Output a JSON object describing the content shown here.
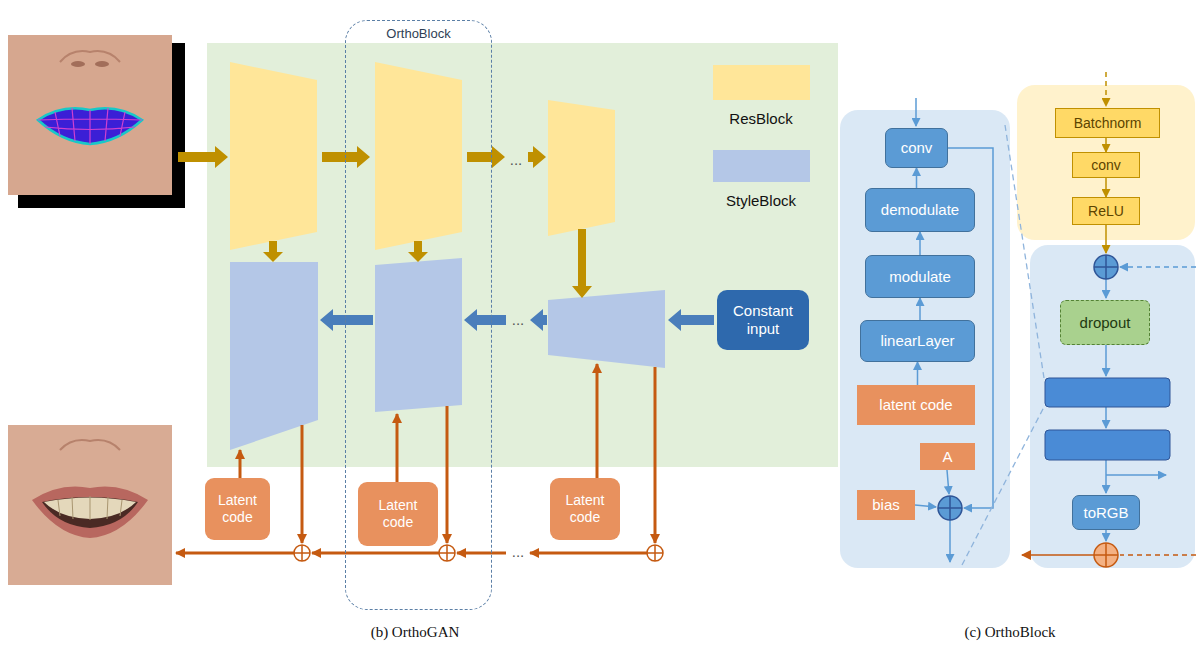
{
  "diagram": {
    "nodes": [
      {
        "text": [
          "OrthoBlock"
        ]
      },
      {
        "text": [
          "Latent code"
        ]
      },
      {
        "text": [
          "Latent code"
        ],
        "in": 0
      },
      {
        "text": [
          "Latent code"
        ]
      },
      {
        "text": [
          "Constant input"
        ]
      },
      {
        "text": [
          "conv"
        ]
      },
      {
        "text": [
          "demodulate"
        ]
      },
      {
        "text": [
          "modulate"
        ]
      },
      {
        "text": [
          "linearLayer"
        ]
      },
      {
        "text": [
          "latent code"
        ]
      },
      {
        "text": [
          "A"
        ]
      },
      {
        "text": [
          "bias"
        ]
      },
      {
        "text": [
          "Batchnorm"
        ]
      },
      {
        "text": [
          "conv"
        ]
      },
      {
        "text": [
          "ReLU"
        ]
      },
      {
        "text": [
          "dropout"
        ]
      },
      {
        "text": [
          "toRGB"
        ]
      }
    ],
    "edges": [
      {
        "from": 9,
        "to": 8,
        "arrow": "to"
      },
      {
        "from": 8,
        "to": 7,
        "arrow": "to"
      },
      {
        "from": 7,
        "to": 6,
        "arrow": "to"
      },
      {
        "from": 6,
        "to": 5,
        "arrow": "to"
      },
      {
        "from": 12,
        "to": 13,
        "arrow": "to"
      },
      {
        "from": 13,
        "to": 14,
        "arrow": "to"
      }
    ],
    "labels": [
      "...",
      "...",
      "...",
      "(b) OrthoGAN",
      "(c) OrthoBlock"
    ],
    "legend": [
      {
        "text": "ResBlock",
        "color": "#ffe699"
      },
      {
        "text": "StyleBlock",
        "color": "#b4c7e7"
      }
    ]
  }
}
